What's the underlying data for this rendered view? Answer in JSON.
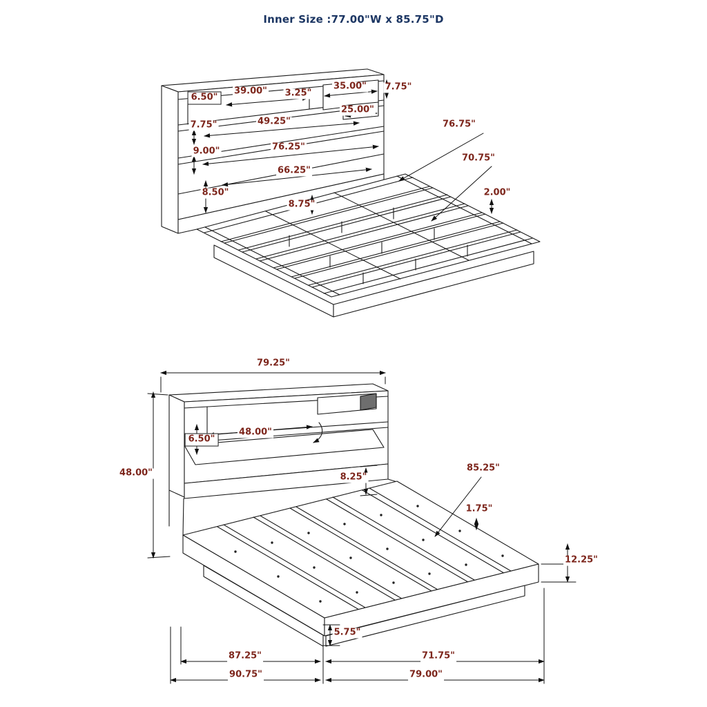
{
  "title": "Inner Size :77.00\"W x 85.75\"D",
  "colors": {
    "dimension_text": "#7d261c",
    "title_text": "#1c3663",
    "line": "#1a1a1a"
  },
  "top_view": {
    "dims": {
      "left_cubby_width": "6.50\"",
      "shelf_opening_width": "39.00\"",
      "divider_width": "3.25\"",
      "right_cubby_width": "35.00\"",
      "right_cubby_height": "7.75\"",
      "inner_cubby_width": "25.00\"",
      "second_shelf_height": "7.75\"",
      "second_shelf_width": "49.25\"",
      "third_shelf_height": "9.00\"",
      "headboard_inner_width": "76.25\"",
      "frame_inner_width": "66.25\"",
      "base_height": "8.50\"",
      "slat_support_height": "8.75\"",
      "outer_rail_length": "76.75\"",
      "inner_rail_length": "70.75\"",
      "rail_thickness": "2.00\""
    }
  },
  "bottom_view": {
    "dims": {
      "headboard_width": "79.25\"",
      "headboard_height": "48.00\"",
      "shelf_opening_height": "6.50\"",
      "shelf_opening_width": "48.00\"",
      "headboard_gap": "8.25\"",
      "platform_depth": "85.25\"",
      "plank_gap": "1.75\"",
      "platform_side_height": "12.25\"",
      "base_height": "5.75\"",
      "inner_depth": "87.25\"",
      "footboard_width": "71.75\"",
      "overall_depth": "90.75\"",
      "overall_width": "79.00\""
    }
  }
}
